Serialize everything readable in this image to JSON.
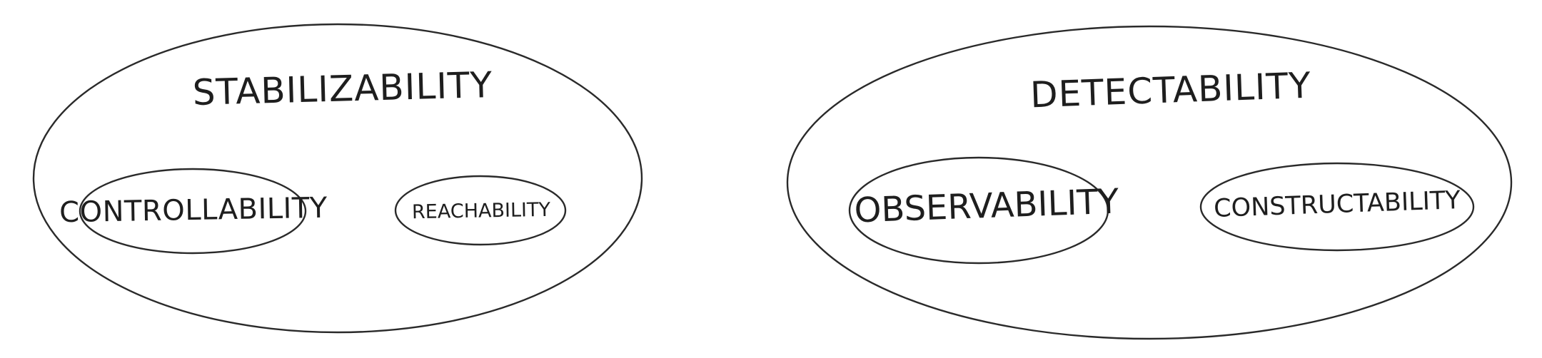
{
  "diagram": {
    "groups": [
      {
        "label": "STABILIZABILITY",
        "members": [
          "CONTROLLABILITY",
          "REACHABILITY"
        ]
      },
      {
        "label": "DETECTABILITY",
        "members": [
          "OBSERVABILITY",
          "CONSTRUCTABILITY"
        ]
      }
    ]
  }
}
